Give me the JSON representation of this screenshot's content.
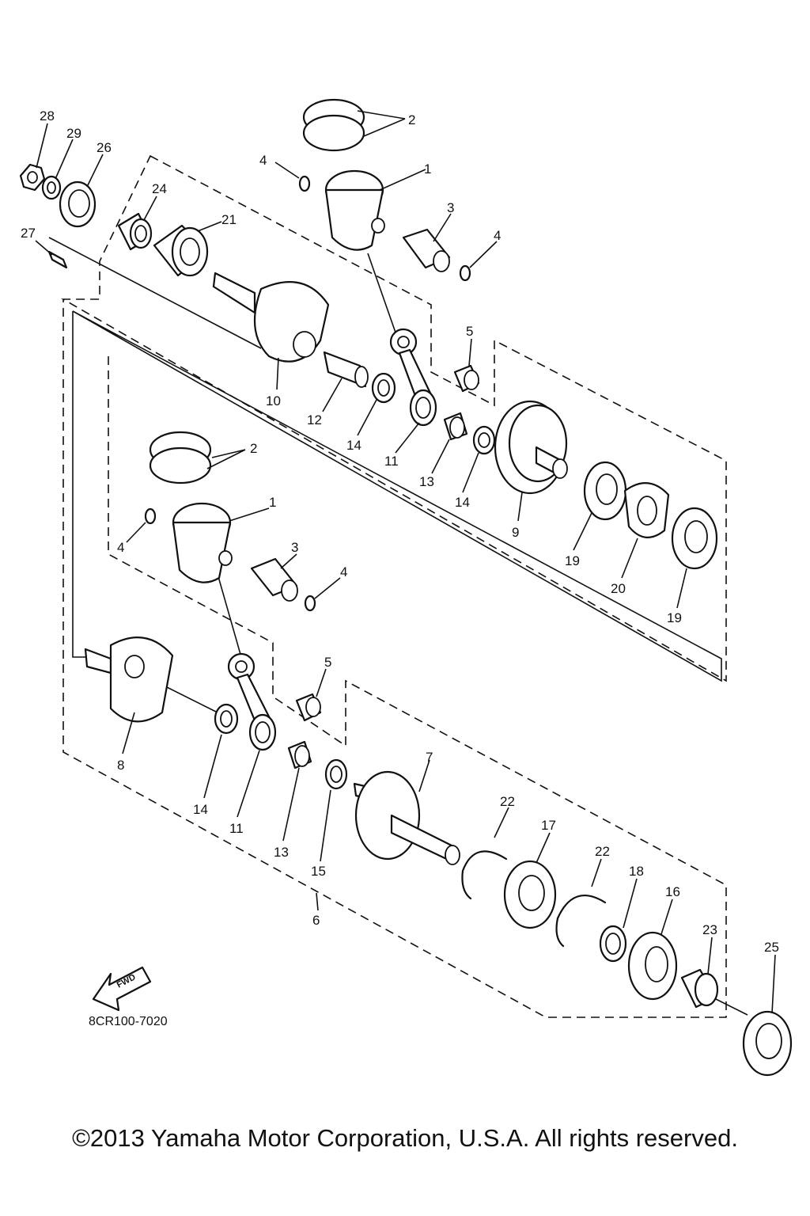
{
  "diagram_code": "8CR100-7020",
  "fwd_label": "FWD",
  "copyright": "©2013 Yamaha Motor Corporation, U.S.A. All rights reserved.",
  "callouts": [
    "28",
    "29",
    "26",
    "24",
    "27",
    "21",
    "2",
    "4",
    "1",
    "3",
    "4",
    "5",
    "10",
    "12",
    "14",
    "11",
    "13",
    "14",
    "9",
    "19",
    "20",
    "19",
    "2",
    "1",
    "4",
    "3",
    "4",
    "5",
    "8",
    "14",
    "11",
    "13",
    "15",
    "7",
    "22",
    "17",
    "22",
    "18",
    "16",
    "23",
    "25",
    "6"
  ],
  "colors": {
    "ink": "#111111",
    "paper": "#ffffff"
  }
}
